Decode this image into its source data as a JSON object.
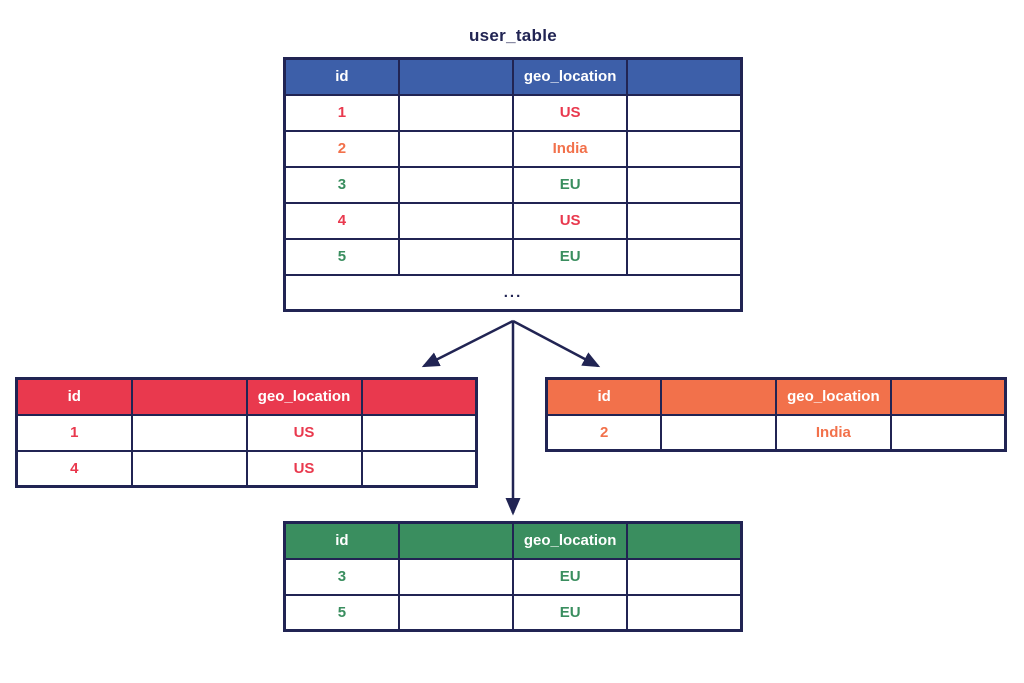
{
  "colors": {
    "navy": "#212453",
    "blue": "#3D5FA9",
    "red": "#E9394E",
    "orange": "#F2714B",
    "green": "#3A8E5F"
  },
  "title": "user_table",
  "main_table": {
    "headers": {
      "col1": "id",
      "col2": "",
      "col3": "geo_location",
      "col4": ""
    },
    "rows": [
      {
        "id": "1",
        "geo": "US"
      },
      {
        "id": "2",
        "geo": "India"
      },
      {
        "id": "3",
        "geo": "EU"
      },
      {
        "id": "4",
        "geo": "US"
      },
      {
        "id": "5",
        "geo": "EU"
      }
    ],
    "ellipsis": "..."
  },
  "shards": {
    "us": {
      "headers": {
        "col1": "id",
        "col2": "",
        "col3": "geo_location",
        "col4": ""
      },
      "rows": [
        {
          "id": "1",
          "geo": "US"
        },
        {
          "id": "4",
          "geo": "US"
        }
      ]
    },
    "india": {
      "headers": {
        "col1": "id",
        "col2": "",
        "col3": "geo_location",
        "col4": ""
      },
      "rows": [
        {
          "id": "2",
          "geo": "India"
        }
      ]
    },
    "eu": {
      "headers": {
        "col1": "id",
        "col2": "",
        "col3": "geo_location",
        "col4": ""
      },
      "rows": [
        {
          "id": "3",
          "geo": "EU"
        },
        {
          "id": "5",
          "geo": "EU"
        }
      ]
    }
  }
}
